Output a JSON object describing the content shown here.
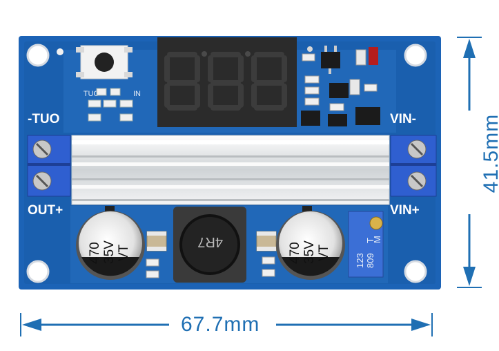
{
  "dimensions": {
    "width": "67.7mm",
    "height": "41.5mm"
  },
  "board": {
    "label_out_minus": "-TUO",
    "label_out_plus": "OUT+",
    "label_vin_minus": "VIN-",
    "label_vin_plus": "VIN+",
    "label_in": "IN",
    "label_out": "OUT",
    "display_value": "888",
    "inductor_marking": "4R7",
    "cap_left": [
      "470",
      "35V",
      "VT"
    ],
    "cap_right": [
      "470",
      "35V",
      "VT"
    ],
    "trimpot_marking": [
      "123",
      "809",
      "T",
      "M"
    ]
  },
  "colors": {
    "pcb": "#1c63b6",
    "pcb_edge": "#2a78c8",
    "dimension": "#1f6fb3",
    "display": "#2b2b2b",
    "heatsink": "#e6e8ea",
    "terminal": "#2f5fd0"
  }
}
